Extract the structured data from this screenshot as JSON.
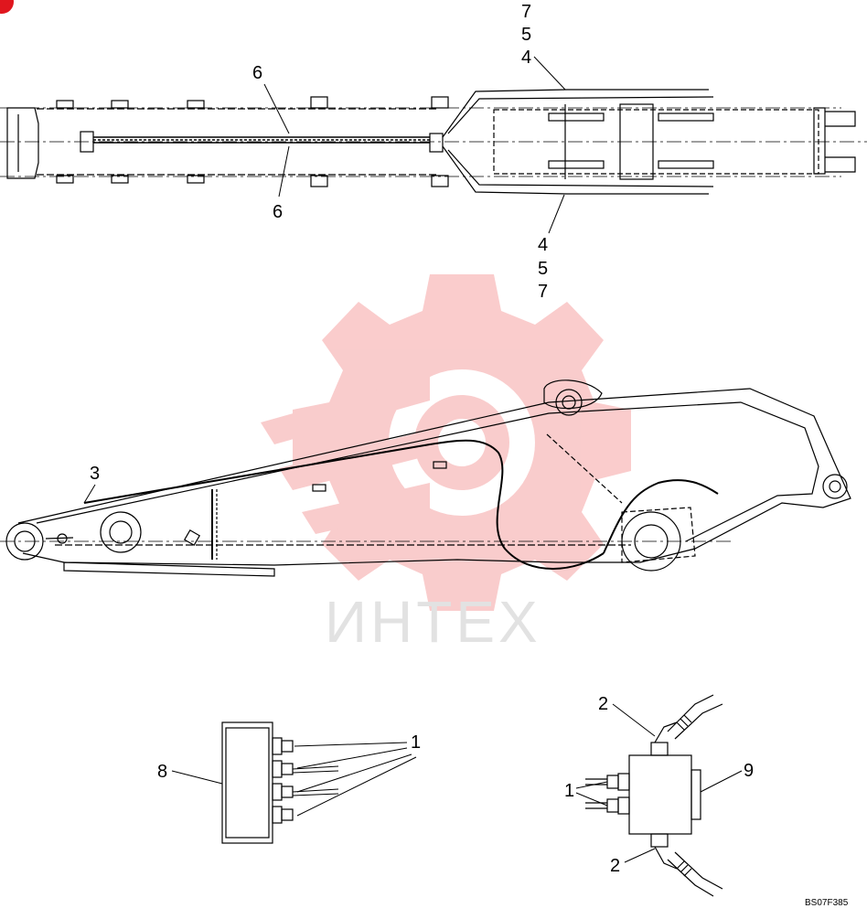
{
  "callouts": {
    "top_upper_7": "7",
    "top_upper_5": "5",
    "top_upper_4": "4",
    "top_left_6_upper": "6",
    "top_left_6_lower": "6",
    "top_lower_4": "4",
    "top_lower_5": "5",
    "top_lower_7": "7",
    "side_3": "3",
    "block_left_8": "8",
    "block_left_1": "1",
    "block_right_2_upper": "2",
    "block_right_9": "9",
    "block_right_1": "1",
    "block_right_2_lower": "2"
  },
  "watermark": {
    "text": "ИНТЕХ",
    "color": "#f5a3a3"
  },
  "drawing_code": "BS07F385",
  "corner_badge_color": "#e0161e"
}
